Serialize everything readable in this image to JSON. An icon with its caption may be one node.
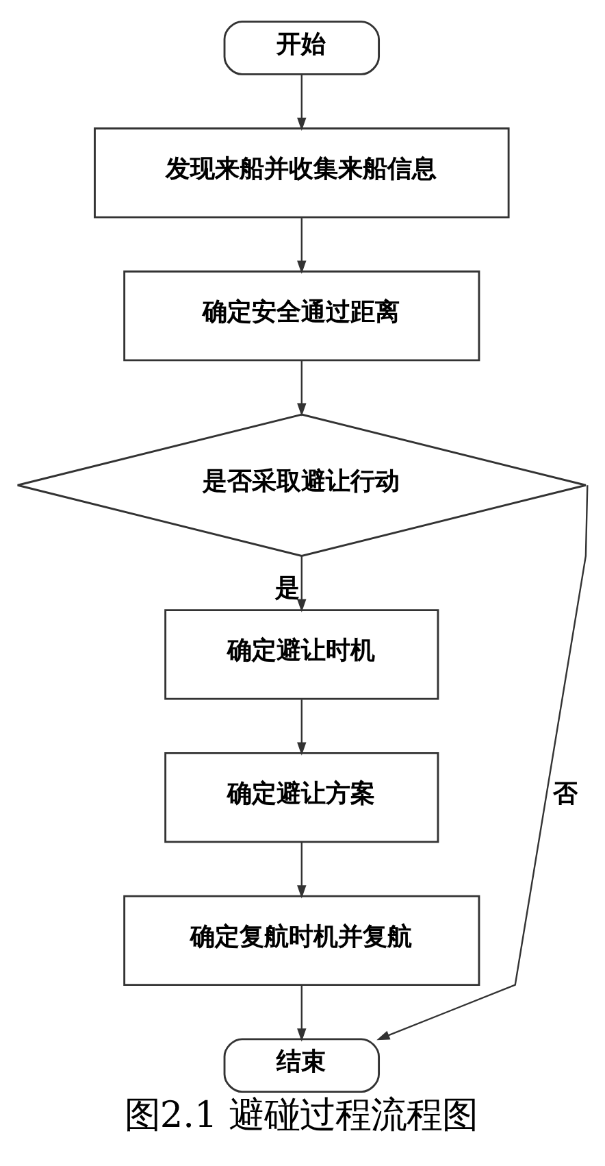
{
  "diagram": {
    "caption": "图2.1 避碰过程流程图",
    "nodes": [
      {
        "text": [
          "开始"
        ]
      },
      {
        "text": [
          "发现来船并收集来船信息"
        ]
      },
      {
        "text": [
          "确定安全通过距离"
        ]
      },
      {
        "text": [
          "是否采取避让行动"
        ]
      },
      {
        "text": [
          "确定避让时机"
        ]
      },
      {
        "text": [
          "确定避让方案"
        ]
      },
      {
        "text": [
          "确定复航时机并复航"
        ]
      },
      {
        "text": [
          "结束"
        ]
      }
    ],
    "edges": [
      {
        "from": 0,
        "to": 1,
        "arrow": "to"
      },
      {
        "from": 1,
        "to": 2,
        "arrow": "to"
      },
      {
        "from": 2,
        "to": 3,
        "arrow": "to"
      },
      {
        "from": 3,
        "to": 4,
        "arrow": "to",
        "label": "是"
      },
      {
        "from": 4,
        "to": 5,
        "arrow": "to"
      },
      {
        "from": 5,
        "to": 6,
        "arrow": "to"
      },
      {
        "from": 6,
        "to": 7,
        "arrow": "to"
      },
      {
        "from": 3,
        "to": 7,
        "arrow": "to",
        "label": "否"
      }
    ]
  }
}
